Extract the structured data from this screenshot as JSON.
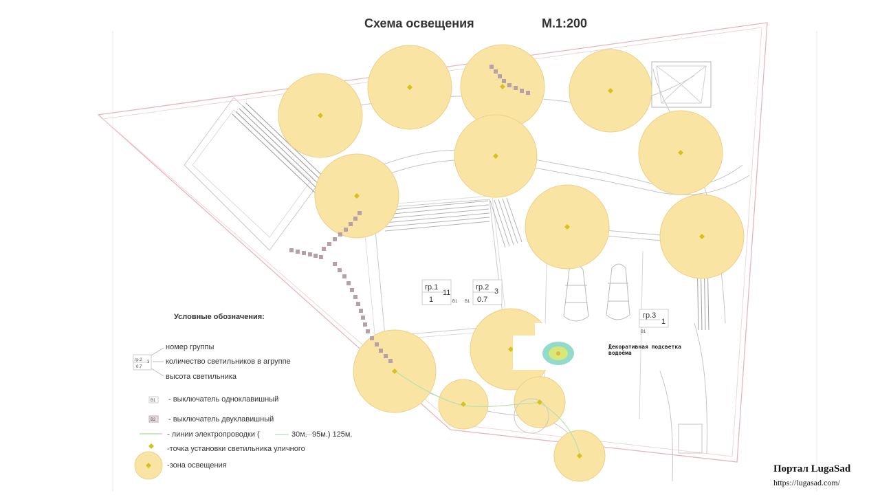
{
  "header": {
    "title": "Схема освещения",
    "scale": "М.1:200"
  },
  "legend": {
    "heading": "Условные обозначения:",
    "group_number": "номер группы",
    "count": "количество светильников в агруппе",
    "height": "высота светильника",
    "sample_group": "гр.2",
    "sample_height": "0.7",
    "sample_count": "3",
    "switch1_code": "В1",
    "switch1": "- выключатель одноклавишный",
    "switch2_code": "В2",
    "switch2": "- выключатель двуклавишный",
    "wiring_a": "- линии электропроводки (",
    "wiring_b": "30м.",
    "wiring_c": "95м.) 125м.",
    "point": "-точка установки светильника уличного",
    "zone": "-зона освещения"
  },
  "groups": [
    {
      "group": "гр.1",
      "count": "11",
      "height": "1",
      "switch": "В1"
    },
    {
      "group": "гр.2",
      "count": "3",
      "height": "0.7",
      "switch": "В1"
    },
    {
      "group": "гр.3",
      "count": "1",
      "switch": "В1"
    }
  ],
  "pond_label_line1": "Декоративная подсветка",
  "pond_label_line2": "водоёма",
  "watermark": {
    "name": "Портал LugaSad",
    "url": "https://lugasad.com/"
  },
  "colors": {
    "zone_fill": "#f9e4a3",
    "zone_stroke": "#ecd088",
    "lamp": "#d6c21a",
    "boundary": "#e8b4bc",
    "tile": "#b8a0a8",
    "pond": "#7fd3c0"
  }
}
